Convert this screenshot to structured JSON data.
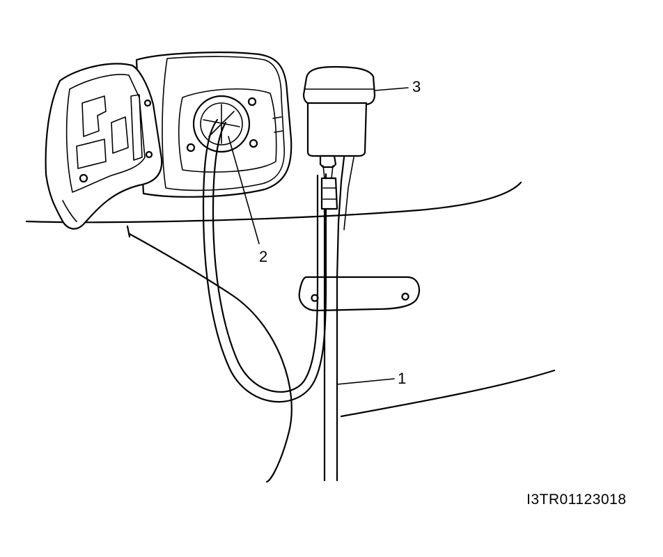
{
  "callouts": {
    "one": "1",
    "two": "2",
    "three": "3"
  },
  "figure_id": "I3TR01123018",
  "icons": [
    "fuel-filler-door",
    "fuel-filler-neck",
    "filler-pipe-cap-adapter",
    "hose",
    "body-panel"
  ]
}
